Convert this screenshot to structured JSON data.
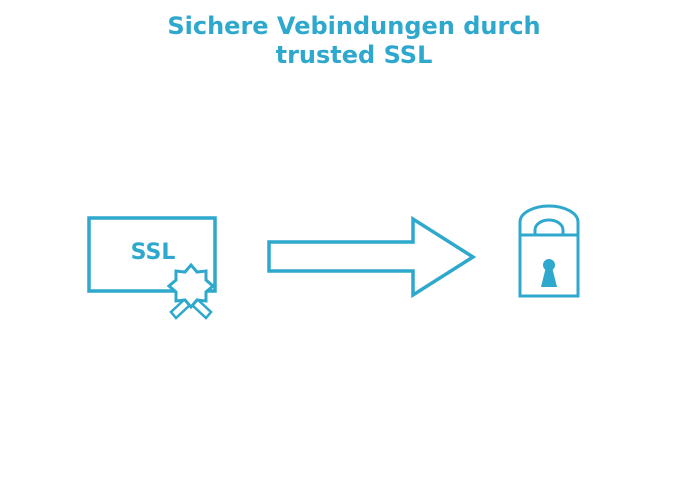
{
  "title": {
    "line1": "Sichere Vebindungen durch",
    "line2": "trusted SSL"
  },
  "certificate": {
    "label": "SSL",
    "icon": "certificate-with-seal-icon"
  },
  "arrow": {
    "icon": "arrow-right-icon"
  },
  "lock": {
    "icon": "padlock-icon"
  },
  "colors": {
    "accent": "#2ea8cc",
    "background": "#ffffff"
  }
}
